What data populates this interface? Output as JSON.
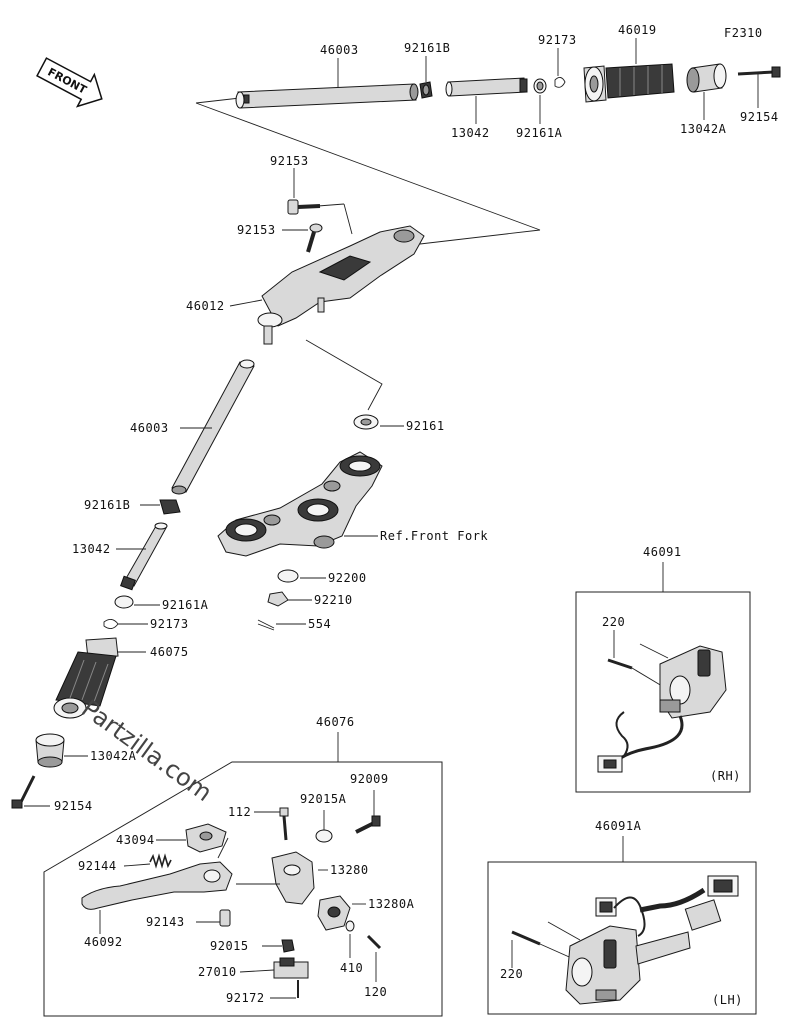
{
  "diagram_code": "F2310",
  "front_label": "FRONT",
  "watermark": "Partzilla.com",
  "labels": {
    "p46003_top": "46003",
    "p92161b_top": "92161B",
    "p92173_top": "92173",
    "p46019": "46019",
    "p13042_top": "13042",
    "p92161a_top": "92161A",
    "p13042a_top": "13042A",
    "p92154_top": "92154",
    "p92153_a": "92153",
    "p92153_b": "92153",
    "p46012": "46012",
    "p46003_left": "46003",
    "p92161": "92161",
    "ref_front_fork": "Ref.Front Fork",
    "p92161b_left": "92161B",
    "p13042_left": "13042",
    "p92200": "92200",
    "p92210": "92210",
    "p92161a_left": "92161A",
    "p554": "554",
    "p92173_left": "92173",
    "p46075": "46075",
    "p13042a_left": "13042A",
    "p92154_left": "92154",
    "p46091": "46091",
    "p220_rh": "220",
    "rh": "(RH)",
    "p46076": "46076",
    "p112": "112",
    "p92015a": "92015A",
    "p92009": "92009",
    "p43094": "43094",
    "p13280": "13280",
    "p92144": "92144",
    "p13280a": "13280A",
    "p92143": "92143",
    "p46092": "46092",
    "p92015": "92015",
    "p410": "410",
    "p27010": "27010",
    "p120": "120",
    "p92172": "92172",
    "p46091a": "46091A",
    "p220_lh": "220",
    "lh": "(LH)"
  }
}
